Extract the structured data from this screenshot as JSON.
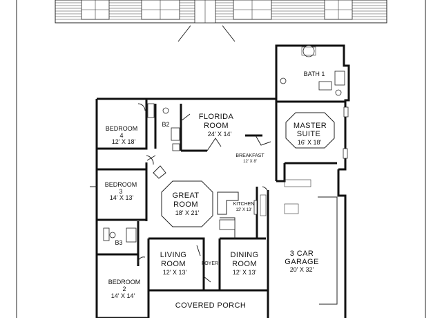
{
  "title": "",
  "rooms": {
    "florida": {
      "name_line1": "FLORIDA",
      "name_line2": "ROOM",
      "size": "24' X 14'"
    },
    "master": {
      "name_line1": "MASTER",
      "name_line2": "SUITE",
      "size": "16' X 18'"
    },
    "bath1": {
      "name": "BATH 1"
    },
    "bedroom4": {
      "name_line1": "BEDROOM",
      "name_line2": "4",
      "size": "12' X 18'"
    },
    "b2": {
      "name": "B2"
    },
    "breakfast": {
      "name": "BREAKFAST",
      "size": "12' X 8'"
    },
    "bedroom3": {
      "name_line1": "BEDROOM",
      "name_line2": "3",
      "size": "14' X 13'"
    },
    "great": {
      "name_line1": "GREAT",
      "name_line2": "ROOM",
      "size": "18' X 21'"
    },
    "kitchen": {
      "name": "KITCHEN",
      "size": "13' X 13'"
    },
    "garage": {
      "name_line1": "3 CAR",
      "name_line2": "GARAGE",
      "size": "20' X 32'"
    },
    "b3": {
      "name": "B3"
    },
    "living": {
      "name_line1": "LIVING",
      "name_line2": "ROOM",
      "size": "12' X 13'"
    },
    "foyer": {
      "name": "FOYER"
    },
    "dining": {
      "name_line1": "DINING",
      "name_line2": "ROOM",
      "size": "12' X 13'"
    },
    "bedroom2": {
      "name_line1": "BEDROOM",
      "name_line2": "2",
      "size": "14' X 14'"
    },
    "porch": {
      "name": "COVERED PORCH"
    }
  }
}
